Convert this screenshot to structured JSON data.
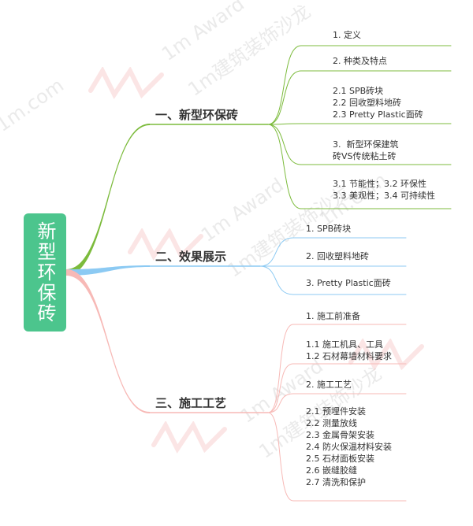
{
  "root": {
    "label": "新型环保砖"
  },
  "branches": [
    {
      "label": "一、新型环保砖",
      "color": "#7cbb3c",
      "children": [
        {
          "lines": [
            "1. 定义"
          ]
        },
        {
          "lines": [
            "2. 种类及特点"
          ]
        },
        {
          "lines": [
            "2.1 SPB砖块",
            "2.2 回收塑料地砖",
            "2.3 Pretty Plastic面砖"
          ]
        },
        {
          "lines": [
            "3.  新型环保建筑",
            "砖VS传统粘土砖"
          ]
        },
        {
          "lines": [
            "3.1 节能性；3.2 环保性",
            "3.3 美观性；3.4 可持续性"
          ]
        }
      ]
    },
    {
      "label": "二、效果展示",
      "color": "#8ccaf3",
      "children": [
        {
          "lines": [
            "1. SPB砖块"
          ]
        },
        {
          "lines": [
            "2. 回收塑料地砖"
          ]
        },
        {
          "lines": [
            "3. Pretty Plastic面砖"
          ]
        }
      ]
    },
    {
      "label": "三、施工工艺",
      "color": "#f7b9b6",
      "children": [
        {
          "lines": [
            "1. 施工前准备"
          ]
        },
        {
          "lines": [
            "1.1 施工机具、工具",
            "1.2 石材幕墙材料要求"
          ]
        },
        {
          "lines": [
            "2. 施工工艺"
          ]
        },
        {
          "lines": [
            "2.1 预埋件安装",
            "2.2 测量放线",
            "2.3 金属骨架安装",
            "2.4 防火保温材料安装",
            "2.5 石材面板安装",
            "2.6 嵌缝胶缝",
            "2.7 清洗和保护"
          ]
        }
      ]
    }
  ],
  "watermarks": [
    "1m Award",
    "1m建筑装饰沙龙",
    "1m.com"
  ]
}
